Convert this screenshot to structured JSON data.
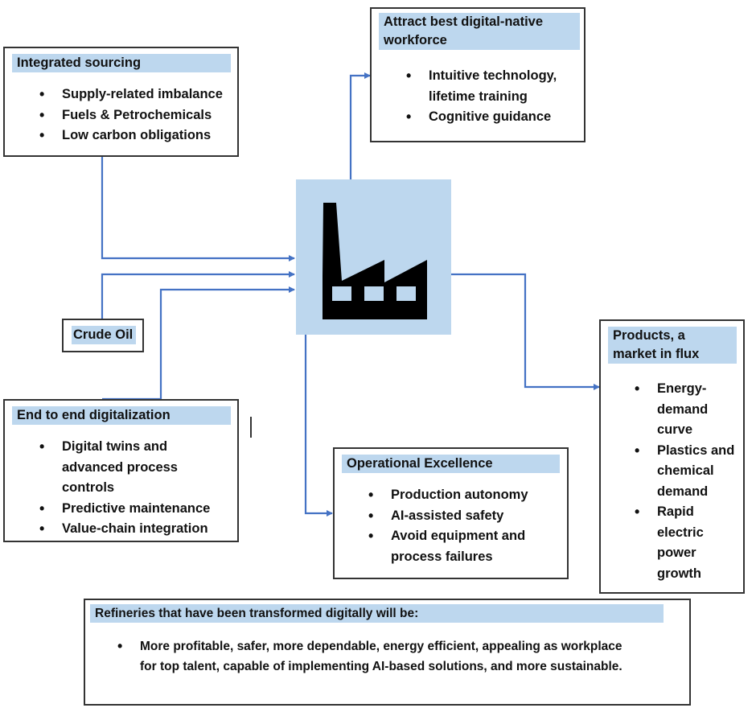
{
  "colors": {
    "header_fill": "#bdd7ee",
    "arrow": "#4472c4",
    "border": "#333333"
  },
  "center": {
    "icon": "factory-icon"
  },
  "sourcing": {
    "title": "Integrated sourcing",
    "items": [
      "Supply-related imbalance",
      "Fuels & Petrochemicals",
      "Low carbon obligations"
    ]
  },
  "workforce": {
    "title": "Attract best digital-native workforce",
    "items": [
      "Intuitive technology, lifetime training",
      "Cognitive guidance"
    ]
  },
  "crude": {
    "title": "Crude Oil"
  },
  "digitalization": {
    "title": "End to end digitalization",
    "items": [
      "Digital twins and advanced process controls",
      "Predictive maintenance",
      "Value-chain integration"
    ]
  },
  "products": {
    "title": "Products, a market in flux",
    "items": [
      "Energy-demand curve",
      "Plastics and chemical demand",
      "Rapid electric power growth"
    ]
  },
  "operational": {
    "title": "Operational Excellence",
    "items": [
      "Production autonomy",
      "AI-assisted safety",
      "Avoid equipment and process failures"
    ]
  },
  "summary": {
    "title": "Refineries that have been transformed digitally will be:",
    "items": [
      "More profitable, safer, more dependable, energy efficient, appealing as workplace for top talent, capable of implementing AI-based solutions, and more sustainable."
    ]
  }
}
